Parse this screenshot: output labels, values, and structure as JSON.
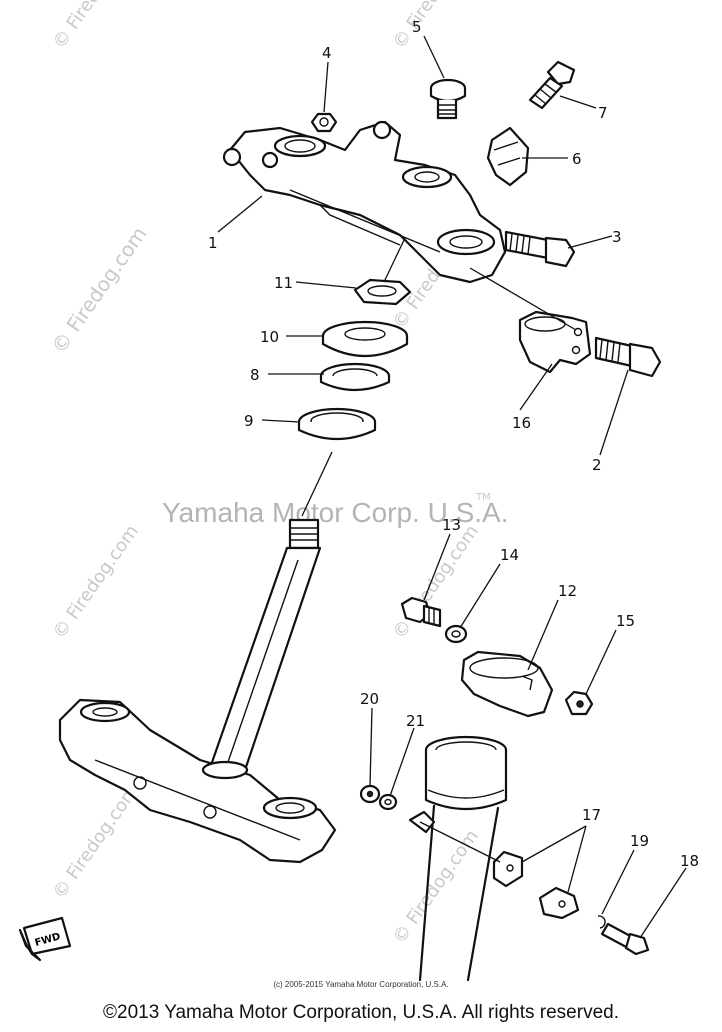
{
  "watermark": {
    "brand": "© Firedog.com",
    "center": "Yamaha Motor Corp. U.S.A.",
    "tm": "TM"
  },
  "labels": {
    "p1": "1",
    "p2": "2",
    "p3": "3",
    "p4": "4",
    "p5": "5",
    "p6": "6",
    "p7": "7",
    "p8": "8",
    "p9": "9",
    "p10": "10",
    "p11": "11",
    "p12": "12",
    "p13": "13",
    "p14": "14",
    "p15": "15",
    "p16": "16",
    "p17": "17",
    "p18": "18",
    "p19": "19",
    "p20": "20",
    "p21": "21"
  },
  "fwd_label": "FWD",
  "small_credit": "(c) 2005-2015 Yamaha Motor Corporation, U.S.A.",
  "footer": "©2013 Yamaha Motor Corporation, U.S.A. All rights reserved."
}
